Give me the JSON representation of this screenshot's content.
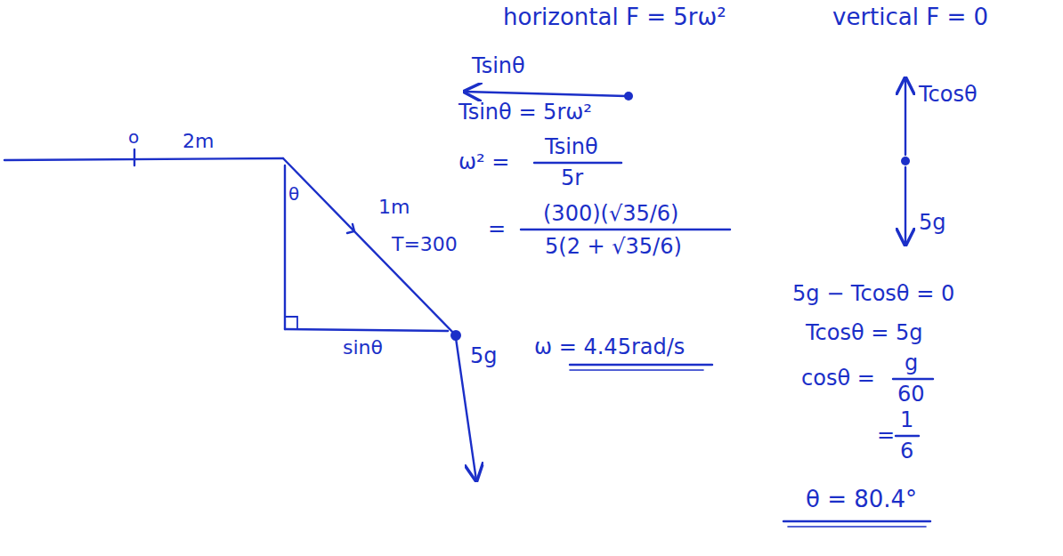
{
  "diagram": {
    "labels": [
      "o",
      "2m",
      "θ",
      "1m",
      "T=300",
      "sinθ",
      "5g",
      "horizontal F = 5rω²",
      "vertical F = 0",
      "Tsinθ",
      "Tsinθ = 5rω²",
      "ω² =",
      "Tsinθ",
      "5r",
      "=",
      "(300)(√35/6)",
      "5(2 + √35/6)",
      "ω = 4.45rad/s",
      "Tcosθ",
      "5g",
      "5g − Tcosθ = 0",
      "Tcosθ = 5g",
      "cosθ =",
      "g",
      "60",
      "=",
      "1",
      "6",
      "θ = 80.4°"
    ]
  }
}
